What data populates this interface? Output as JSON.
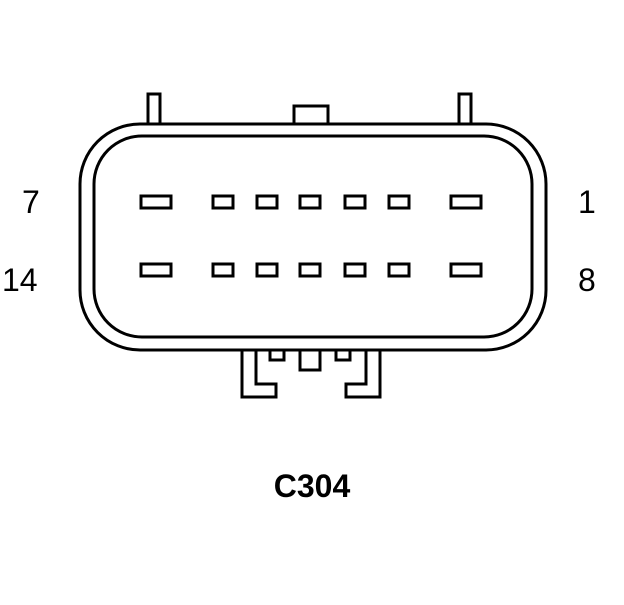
{
  "connector": {
    "id": "C304",
    "pin_labels": {
      "top_left": "7",
      "top_right": "1",
      "bottom_left": "14",
      "bottom_right": "8"
    },
    "rows": [
      {
        "pins": 7
      },
      {
        "pins": 7
      }
    ],
    "colors": {
      "stroke": "#000000",
      "background": "#ffffff"
    }
  }
}
